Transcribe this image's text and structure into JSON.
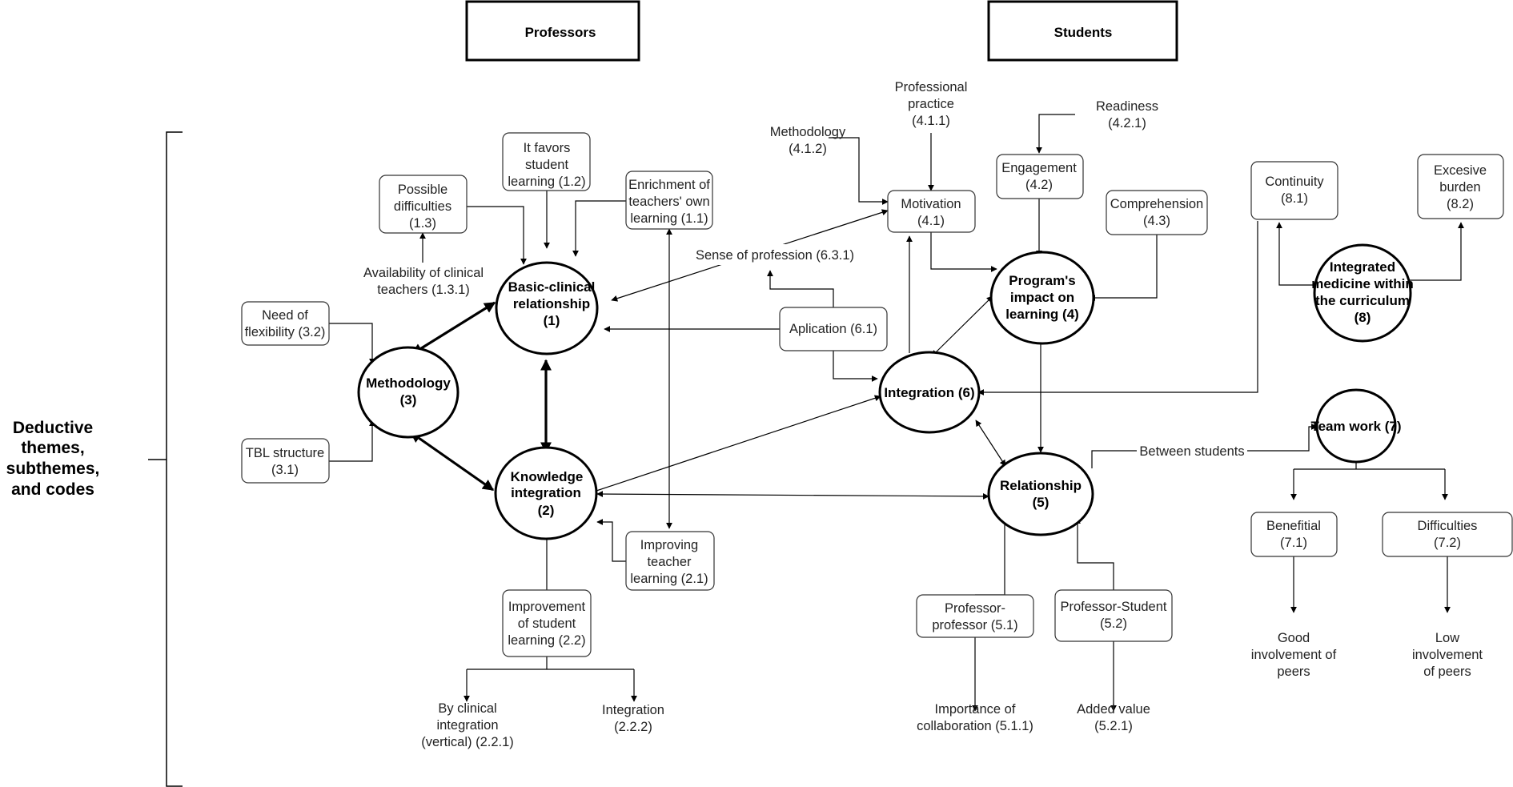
{
  "headers": {
    "professors": "Professors",
    "students": "Students"
  },
  "side_label": [
    "Deductive",
    "themes,",
    "subthemes,",
    "and codes"
  ],
  "themes": {
    "basic_clinical": [
      "Basic-clinical",
      "relationship",
      "(1)"
    ],
    "knowledge_integration": [
      "Knowledge",
      "integration",
      "(2)"
    ],
    "methodology": [
      "Methodology",
      "(3)"
    ],
    "programs_impact": [
      "Program's",
      "impact on",
      "learning (4)"
    ],
    "relationship": [
      "Relationship",
      "(5)"
    ],
    "integration": [
      "Integration (6)"
    ],
    "team_work": [
      "Team work (7)"
    ],
    "integrated_medicine": [
      "Integrated",
      "medicine within",
      "the curriculum",
      "(8)"
    ]
  },
  "subthemes": {
    "enrichment": [
      "Enrichment of",
      "teachers' own",
      "learning (1.1)"
    ],
    "favors": [
      "It favors",
      "student",
      "learning (1.2)"
    ],
    "difficulties_13": [
      "Possible",
      "difficulties",
      "(1.3)"
    ],
    "improving_teacher": [
      "Improving",
      "teacher",
      "learning (2.1)"
    ],
    "improvement_student": [
      "Improvement",
      "of student",
      "learning (2.2)"
    ],
    "tbl_structure": [
      "TBL structure",
      "(3.1)"
    ],
    "need_flexibility": [
      "Need of",
      "flexibility (3.2)"
    ],
    "motivation": [
      "Motivation",
      "(4.1)"
    ],
    "engagement": [
      "Engagement",
      "(4.2)"
    ],
    "comprehension": [
      "Comprehension",
      "(4.3)"
    ],
    "prof_prof": [
      "Professor-",
      "professor (5.1)"
    ],
    "prof_student": [
      "Professor-Student",
      "(5.2)"
    ],
    "aplication": [
      "Aplication (6.1)"
    ],
    "benefitial": [
      "Benefitial",
      "(7.1)"
    ],
    "difficulties_72": [
      "Difficulties",
      "(7.2)"
    ],
    "continuity": [
      "Continuity",
      "(8.1)"
    ],
    "excesive_burden": [
      "Excesive",
      "burden",
      "(8.2)"
    ]
  },
  "codes": {
    "availability": [
      "Availability of clinical",
      "teachers (1.3.1)"
    ],
    "by_clinical": [
      "By clinical",
      "integration",
      "(vertical) (2.2.1)"
    ],
    "integration_222": [
      "Integration",
      "(2.2.2)"
    ],
    "professional_practice": [
      "Professional",
      "practice",
      "(4.1.1)"
    ],
    "methodology_412": [
      "Methodology",
      "(4.1.2)"
    ],
    "readiness": [
      "Readiness",
      "(4.2.1)"
    ],
    "importance": [
      "Importance of",
      "collaboration (5.1.1)"
    ],
    "added_value": [
      "Added value",
      "(5.2.1)"
    ],
    "sense_of_profession": [
      "Sense of profession (6.3.1)"
    ],
    "between_students": [
      "Between students"
    ],
    "good_involvement": [
      "Good",
      "involvement of",
      "peers"
    ],
    "low_involvement": [
      "Low",
      "involvement",
      "of peers"
    ]
  }
}
